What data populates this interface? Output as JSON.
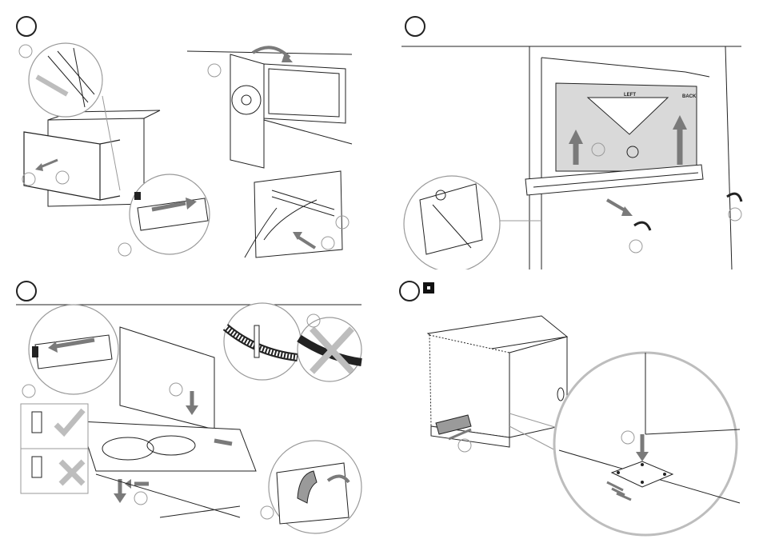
{
  "document": {
    "panels": [
      {
        "id": "panel-1",
        "step_badge": ""
      },
      {
        "id": "panel-2",
        "step_badge": "",
        "labels": {
          "left": "LEFT",
          "back": "BACK"
        }
      },
      {
        "id": "panel-3",
        "step_badge": ""
      },
      {
        "id": "panel-4",
        "step_badge": "",
        "note_icon": "info-square-icon"
      }
    ]
  },
  "colors": {
    "line": "#222222",
    "grey_arrow": "#7a7a7a",
    "light_grey": "#d9d9d9",
    "callout_circle": "#9a9a9a",
    "check": "#bdbdbd"
  }
}
